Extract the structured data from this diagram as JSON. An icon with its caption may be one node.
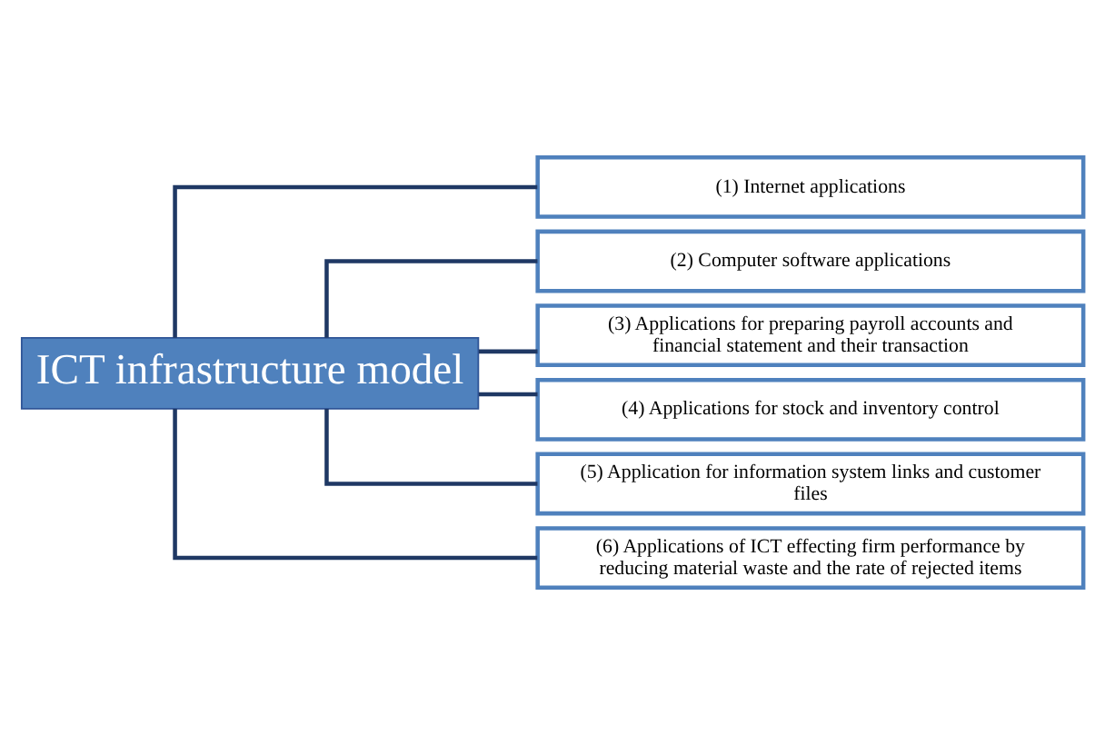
{
  "diagram": {
    "nodes": [
      {
        "text": [
          "ICT infrastructure model"
        ]
      },
      {
        "text": [
          "(1) Internet applications"
        ]
      },
      {
        "text": [
          "(2) Computer software applications"
        ]
      },
      {
        "text": [
          "(3) Applications for preparing payroll accounts and financial statement and their transaction"
        ]
      },
      {
        "text": [
          "(4) Applications for stock and inventory control"
        ]
      },
      {
        "text": [
          "(5) Application for information system links and customer files"
        ]
      },
      {
        "text": [
          "(6) Applications of ICT effecting firm performance by reducing material waste and the rate of rejected items"
        ]
      }
    ],
    "edges": [
      {
        "from": 0,
        "to": 1,
        "arrow": "none"
      },
      {
        "from": 0,
        "to": 2,
        "arrow": "none"
      },
      {
        "from": 0,
        "to": 3,
        "arrow": "none"
      },
      {
        "from": 0,
        "to": 4,
        "arrow": "none"
      },
      {
        "from": 0,
        "to": 5,
        "arrow": "none"
      },
      {
        "from": 0,
        "to": 6,
        "arrow": "none"
      }
    ]
  }
}
